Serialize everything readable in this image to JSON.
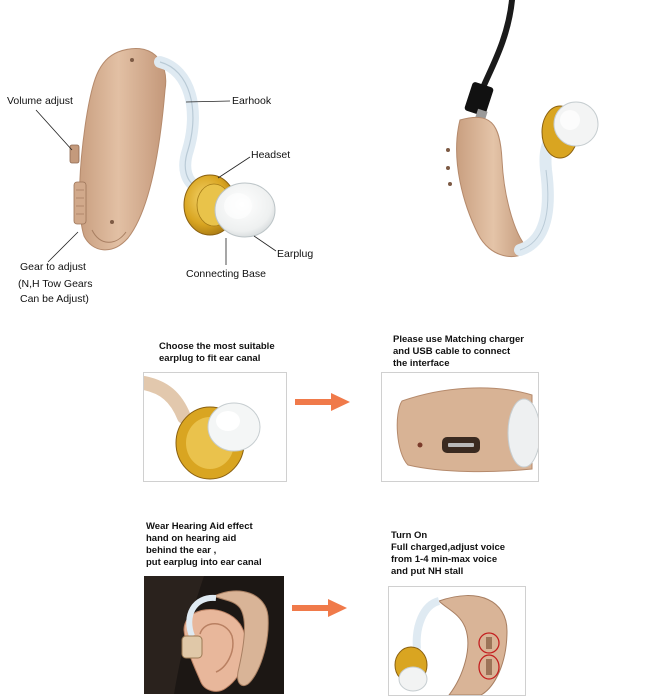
{
  "diagram_labels": {
    "volume_adjust": "Volume adjust",
    "earhook": "Earhook",
    "headset": "Headset",
    "earplug": "Earplug",
    "connecting_base": "Connecting Base",
    "gear_line1": "Gear to adjust",
    "gear_line2": "(N,H Tow Gears",
    "gear_line3": "Can be Adjust)"
  },
  "steps": [
    {
      "caption_lines": [
        "Choose the most suitable",
        "earplug to fit ear canal"
      ]
    },
    {
      "caption_lines": [
        "Please use Matching charger",
        "and USB cable to connect",
        "the interface"
      ]
    },
    {
      "caption_lines": [
        "Wear Hearing Aid effect",
        "hand on hearing aid",
        "behind the ear ,",
        "put earplug into ear canal"
      ]
    },
    {
      "caption_lines": [
        "Turn On",
        "Full charged,adjust voice",
        "from 1-4 min-max voice",
        "and put NH stall"
      ]
    }
  ],
  "colors": {
    "skin_beige": "#d9b497",
    "skin_shadow": "#c49a7c",
    "gold_ring": "#d9a521",
    "arrow_orange": "#f07a4a",
    "clear_tube": "#e6f0f6",
    "label_text": "#111111"
  }
}
